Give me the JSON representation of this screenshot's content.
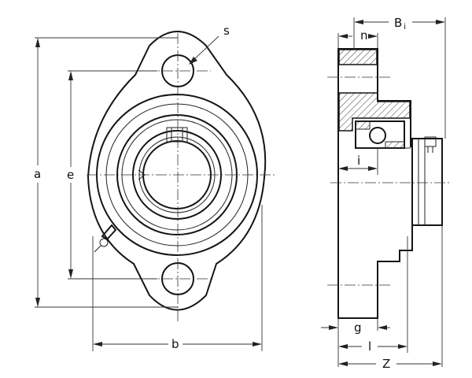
{
  "front_view": {
    "dimension_labels": {
      "a": "a",
      "e": "e",
      "b": "b",
      "s": "s"
    }
  },
  "side_view": {
    "dimension_labels": {
      "B": "B",
      "B_subscript": "i",
      "n": "n",
      "i": "i",
      "g": "g",
      "l": "l",
      "Z": "Z"
    }
  }
}
